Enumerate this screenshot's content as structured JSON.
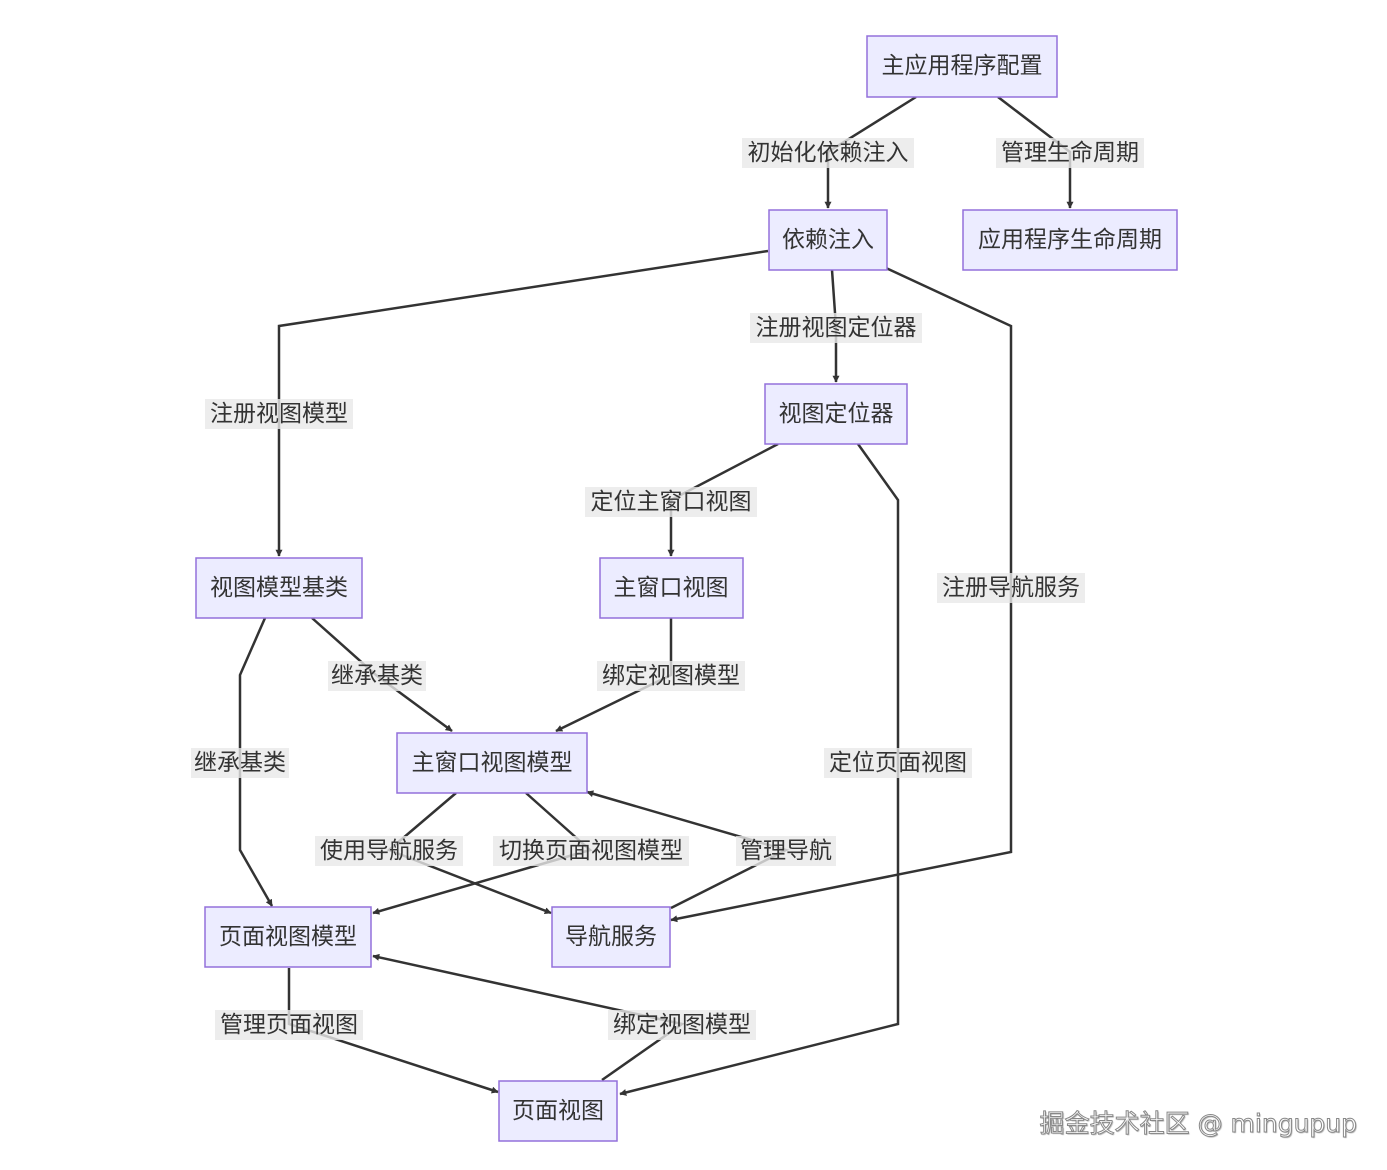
{
  "nodes": {
    "app_config": "主应用程序配置",
    "di": "依赖注入",
    "app_lifecycle": "应用程序生命周期",
    "view_locator": "视图定位器",
    "vm_base": "视图模型基类",
    "main_window_view": "主窗口视图",
    "main_window_vm": "主窗口视图模型",
    "page_vm": "页面视图模型",
    "nav_service": "导航服务",
    "page_view": "页面视图"
  },
  "edges": {
    "init_di": "初始化依赖注入",
    "manage_lifecycle": "管理生命周期",
    "register_view_locator": "注册视图定位器",
    "register_vm": "注册视图模型",
    "register_nav": "注册导航服务",
    "locate_main_window": "定位主窗口视图",
    "locate_page_view": "定位页面视图",
    "bind_vm_main": "绑定视图模型",
    "inherit_main": "继承基类",
    "inherit_page": "继承基类",
    "use_nav": "使用导航服务",
    "switch_page_vm": "切换页面视图模型",
    "manage_nav": "管理导航",
    "manage_page_view": "管理页面视图",
    "bind_vm_page": "绑定视图模型"
  },
  "watermark": "掘金技术社区 @ mingupup"
}
